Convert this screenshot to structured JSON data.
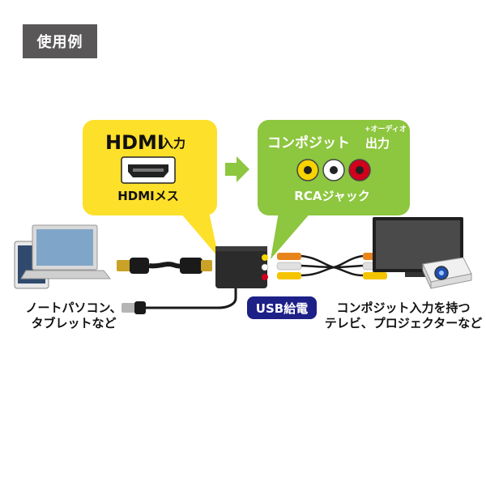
{
  "header": {
    "label": "使用例"
  },
  "input_bubble": {
    "title_main": "HDMI",
    "title_sub": "入力",
    "connector_label": "HDMIメス"
  },
  "output_bubble": {
    "title_main": "コンポジット",
    "title_sub": "出力",
    "superscript": "+オーディオ",
    "connector_label": "RCAジャック"
  },
  "rca_colors": [
    "#f5d400",
    "#ffffff",
    "#d2001c"
  ],
  "colors": {
    "input_bubble": "#fde02a",
    "output_bubble": "#8dc63f",
    "arrow": "#8dc63f",
    "usb_badge": "#1d2087",
    "usb_text": "#ffffff"
  },
  "usb_badge": {
    "label": "USB給電"
  },
  "captions": {
    "left_line1": "ノートパソコン、",
    "left_line2": "タブレットなど",
    "right_line1": "コンポジット入力を持つ",
    "right_line2": "テレビ、プロジェクターなど"
  },
  "icons": [
    "laptop-icon",
    "tablet-icon",
    "hdmi-cable-icon",
    "converter-box-icon",
    "usb-cable-icon",
    "rca-cable-icon",
    "tv-icon",
    "projector-icon"
  ]
}
